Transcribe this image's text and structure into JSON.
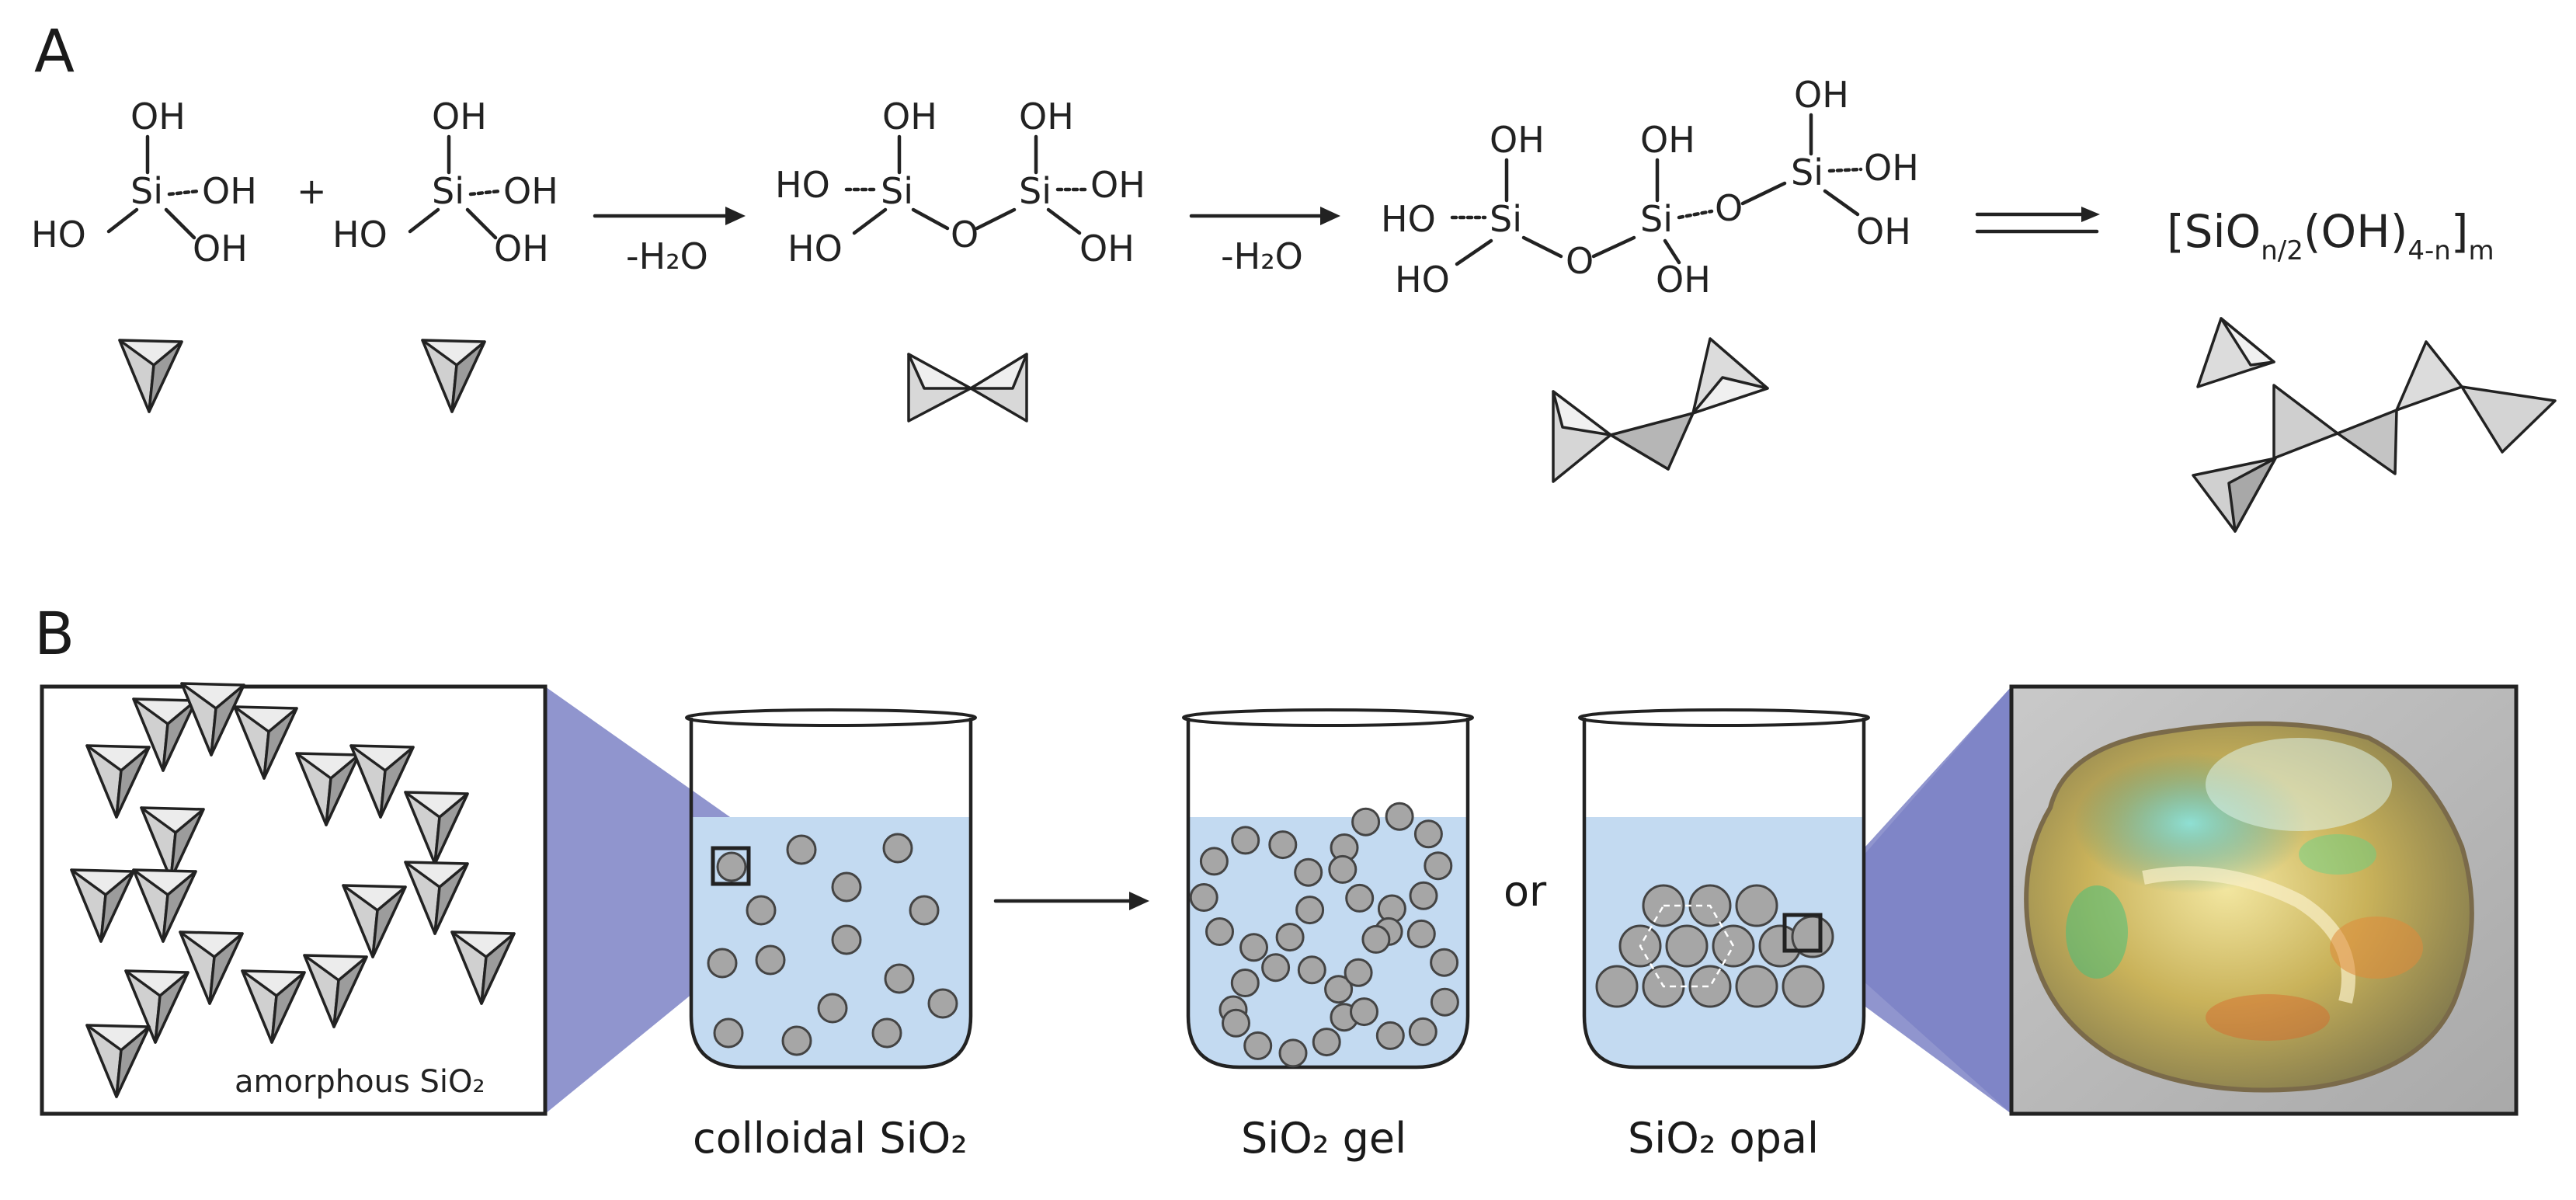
{
  "panel_a": {
    "label": "A",
    "atoms": {
      "oh": "OH",
      "ho": "HO",
      "si": "Si",
      "o": "O"
    },
    "plus": "+",
    "step1_condition": "-H₂O",
    "step2_condition": "-H₂O",
    "polymer_formula": {
      "open": "[SiO",
      "sub1": "n/2",
      "mid": "(OH)",
      "sub2": "4-n",
      "close": "]",
      "sub3": "m"
    }
  },
  "panel_b": {
    "label": "B",
    "inset_caption": "amorphous SiO₂",
    "beaker_colloidal_caption": "colloidal SiO₂",
    "beaker_gel_caption": "SiO₂ gel",
    "beaker_opal_caption": "SiO₂ opal",
    "or_label": "or"
  },
  "colors": {
    "tetrahedron_face_light": "#ececec",
    "tetrahedron_face_mid": "#cfcfcf",
    "tetrahedron_face_dark": "#9a9a9a",
    "water": "#c3daf1",
    "particle": "#a6a6a6",
    "zoom_cone": "#7c82c6"
  },
  "icons": [
    "silica-tetrahedron-icon",
    "silica-sphere-icon",
    "beaker-icon",
    "opal-photo"
  ]
}
